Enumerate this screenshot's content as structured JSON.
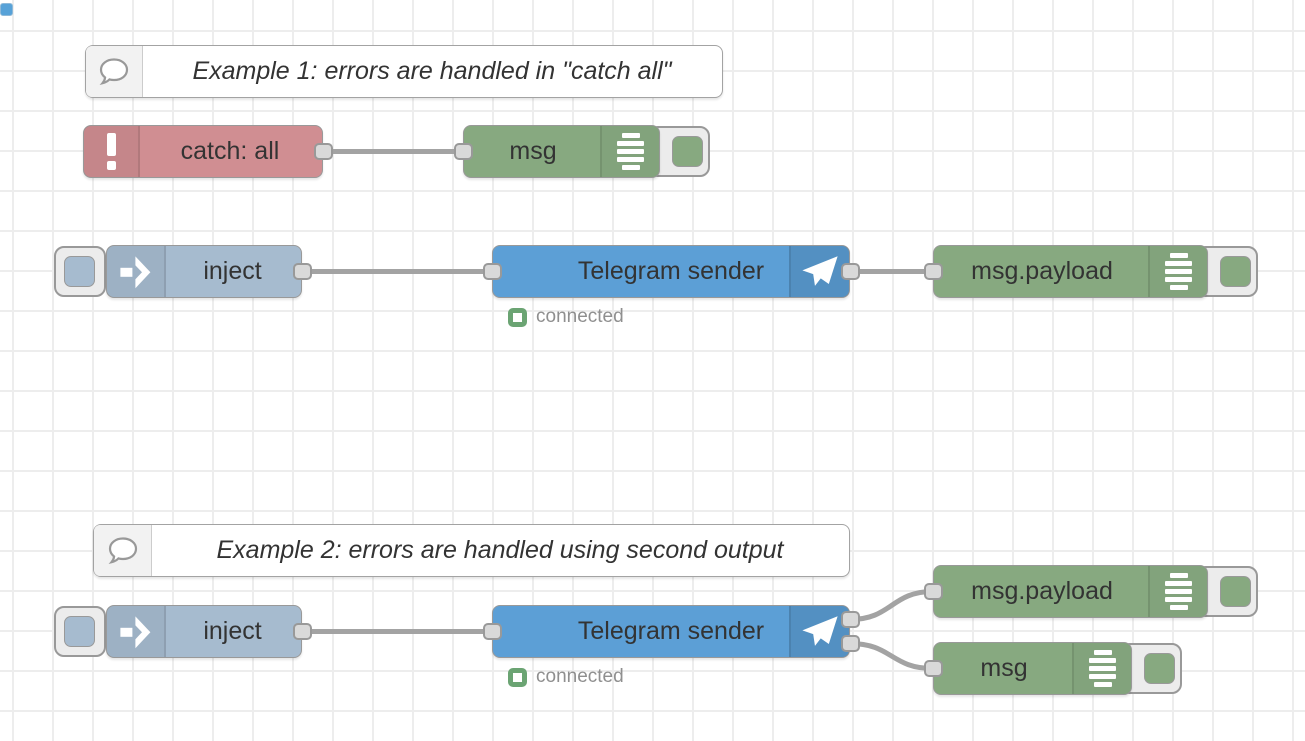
{
  "app": "node-red-flow-editor",
  "colors": {
    "inject_node": "#a6bbcf",
    "catch_node": "#d08e92",
    "debug_node": "#87a980",
    "telegram_node": "#5c9fd6",
    "status_green": "#6ba473",
    "wire": "#a3a3a3",
    "grid": "#ededed",
    "node_border": "#999999",
    "label": "#333333"
  },
  "icons": {
    "comment": "speech-bubble",
    "catch": "exclamation-mark",
    "inject": "arrow-right",
    "telegram": "paper-plane",
    "debug": "list-lines",
    "status": "green-ring-square"
  },
  "example1": {
    "comment": {
      "label": "Example 1: errors are handled in \"catch all\""
    },
    "catch": {
      "label": "catch: all"
    },
    "debug_msg": {
      "label": "msg"
    },
    "inject": {
      "label": "inject"
    },
    "telegram": {
      "label": "Telegram sender",
      "status": "connected"
    },
    "debug_payload": {
      "label": "msg.payload"
    }
  },
  "example2": {
    "comment": {
      "label": "Example 2: errors are handled using second output"
    },
    "inject": {
      "label": "inject"
    },
    "telegram": {
      "label": "Telegram sender",
      "status": "connected"
    },
    "debug_payload": {
      "label": "msg.payload"
    },
    "debug_msg": {
      "label": "msg"
    }
  }
}
